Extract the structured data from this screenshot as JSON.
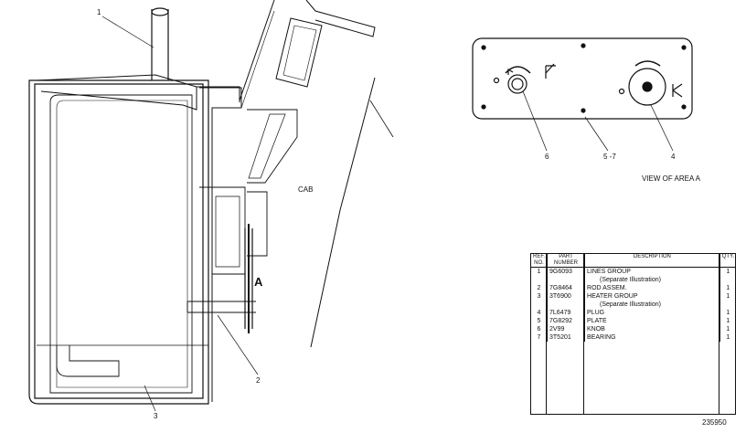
{
  "callouts": {
    "c1": "1",
    "c2": "2",
    "c3": "3",
    "c4": "4",
    "c6": "6",
    "c57": "5 -7",
    "area": "A"
  },
  "labels": {
    "cab": "CAB",
    "view": "VIEW OF AREA A"
  },
  "parts_table": {
    "headers": {
      "ref": "REF. NO.",
      "part": "PART NUMBER",
      "desc": "DESCRIPTION",
      "qty": "QTY."
    },
    "rows": [
      {
        "ref": "1",
        "part": "9G6093",
        "desc": "LINES GROUP",
        "qty": "1"
      },
      {
        "ref": "",
        "part": "",
        "desc": "(Separate Illustration)",
        "qty": ""
      },
      {
        "ref": "2",
        "part": "7G8464",
        "desc": "ROD ASSEM.",
        "qty": "1"
      },
      {
        "ref": "3",
        "part": "3T6900",
        "desc": "HEATER GROUP",
        "qty": "1"
      },
      {
        "ref": "",
        "part": "",
        "desc": "(Separate Illustration)",
        "qty": ""
      },
      {
        "ref": "4",
        "part": "7L6479",
        "desc": "PLUG",
        "qty": "1"
      },
      {
        "ref": "5",
        "part": "7G8292",
        "desc": "PLATE",
        "qty": "1"
      },
      {
        "ref": "6",
        "part": "2V99",
        "desc": "KNOB",
        "qty": "1"
      },
      {
        "ref": "7",
        "part": "3T5201",
        "desc": "BEARING",
        "qty": "1"
      }
    ]
  },
  "drawing_number": "235950"
}
